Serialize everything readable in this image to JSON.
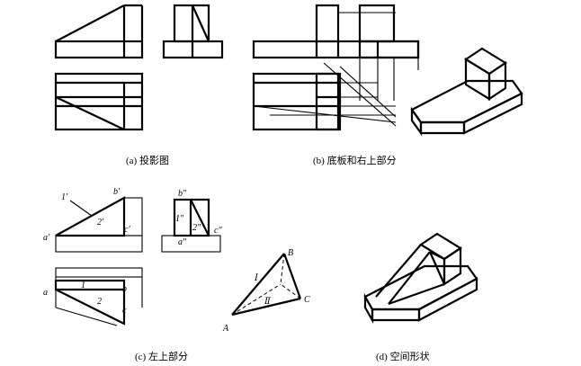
{
  "captions": {
    "a": "(a) 投影图",
    "b": "(b) 底板和右上部分",
    "c": "(c) 左上部分",
    "d": "(d) 空间形状"
  },
  "labels_c": {
    "one_prime": "1′",
    "b_prime": "b′",
    "two_prime": "2′",
    "a_prime": "a′",
    "c_prime": "c′",
    "b_dprime": "b″",
    "one_dprime": "1″",
    "two_dprime": "2″",
    "a_dprime": "a″",
    "c_dprime": "c″",
    "one": "1",
    "two": "2",
    "a": "a",
    "b": "b",
    "c": "c",
    "B": "B",
    "I": "Ⅰ",
    "II": "Ⅱ",
    "A": "A",
    "C": "C"
  }
}
